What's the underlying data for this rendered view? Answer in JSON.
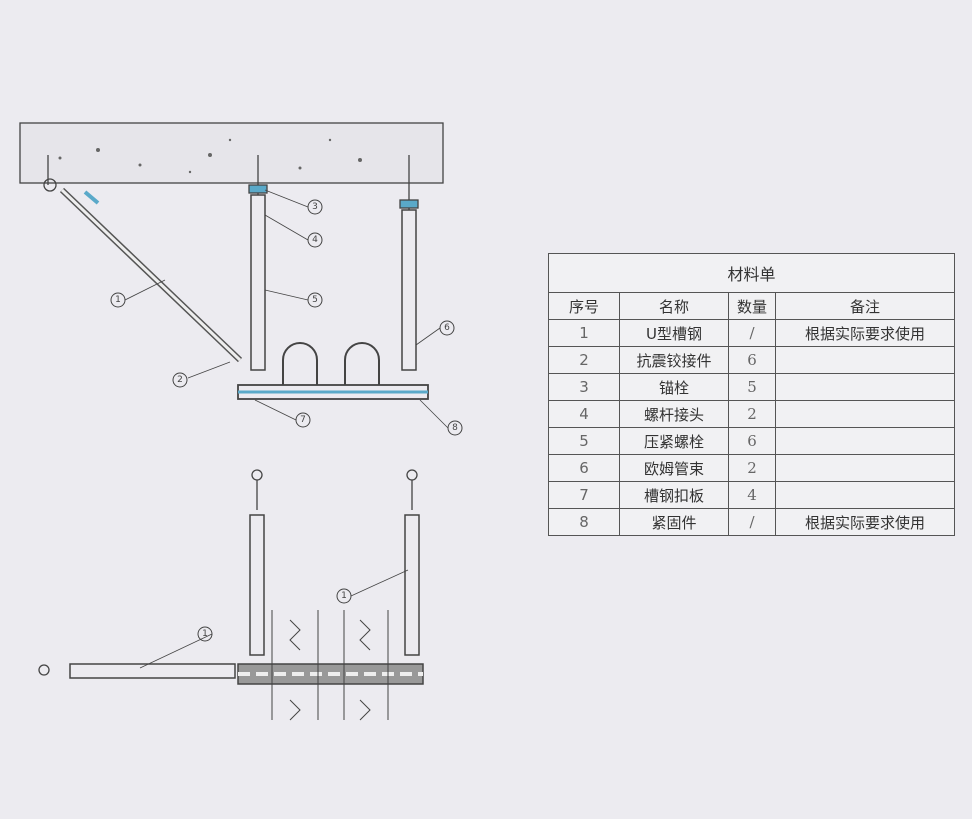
{
  "bom": {
    "title": "材料单",
    "headers": [
      "序号",
      "名称",
      "数量",
      "备注"
    ],
    "rows": [
      {
        "no": "1",
        "name": "U型槽钢",
        "qty": "/",
        "note": "根据实际要求使用"
      },
      {
        "no": "2",
        "name": "抗震铰接件",
        "qty": "6",
        "note": ""
      },
      {
        "no": "3",
        "name": "锚栓",
        "qty": "5",
        "note": ""
      },
      {
        "no": "4",
        "name": "螺杆接头",
        "qty": "2",
        "note": ""
      },
      {
        "no": "5",
        "name": "压紧螺栓",
        "qty": "6",
        "note": ""
      },
      {
        "no": "6",
        "name": "欧姆管束",
        "qty": "2",
        "note": ""
      },
      {
        "no": "7",
        "name": "槽钢扣板",
        "qty": "4",
        "note": ""
      },
      {
        "no": "8",
        "name": "紧固件",
        "qty": "/",
        "note": "根据实际要求使用"
      }
    ]
  },
  "callouts": {
    "top": [
      "1",
      "2",
      "3",
      "4",
      "5",
      "6",
      "7",
      "8"
    ],
    "bottom": [
      "1",
      "1"
    ]
  },
  "colors": {
    "line": "#444444",
    "accent": "#5aa9c9",
    "paper": "#ecebf0"
  }
}
